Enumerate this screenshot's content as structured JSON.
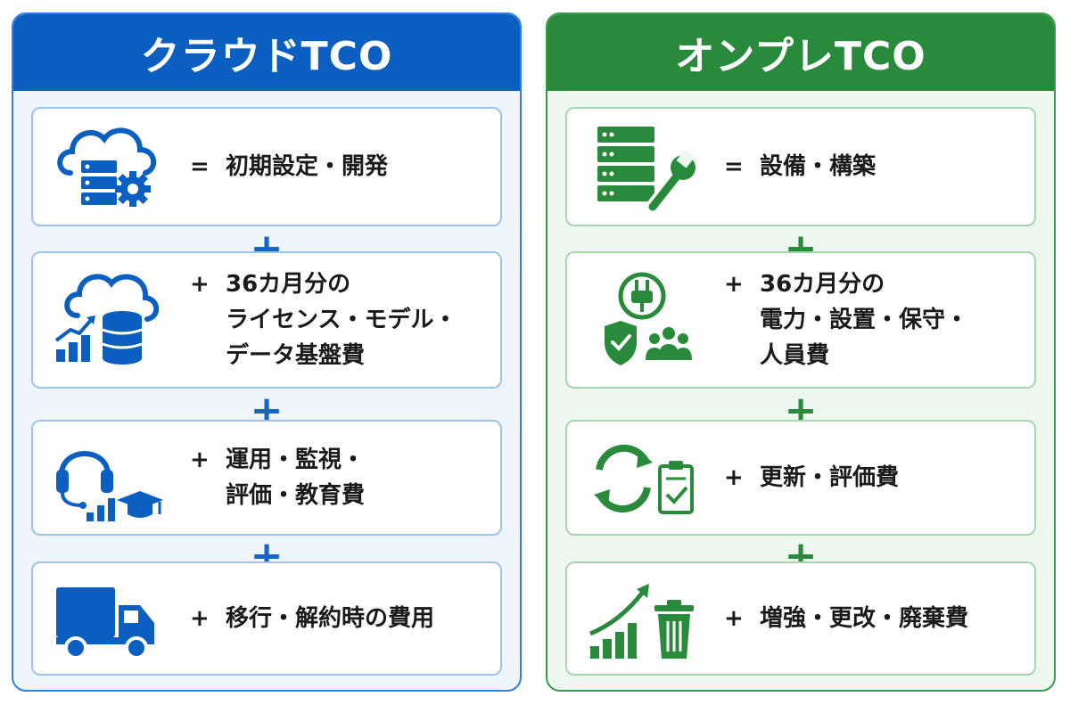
{
  "colors": {
    "cloud_accent": "#0a5fc0",
    "onprem_accent": "#2a8a3c"
  },
  "cloud": {
    "title": "クラウドTCO",
    "connector": "+",
    "items": [
      {
        "icon": "cloud-server-gear-icon",
        "op": "=",
        "lines": [
          "初期設定・開発"
        ]
      },
      {
        "icon": "cloud-chart-database-icon",
        "op": "+",
        "lines": [
          "36カ月分の",
          "ライセンス・モデル・",
          "データ基盤費"
        ]
      },
      {
        "icon": "headset-chart-graduation-icon",
        "op": "+",
        "lines": [
          "運用・監視・",
          "評価・教育費"
        ]
      },
      {
        "icon": "truck-icon",
        "op": "+",
        "lines": [
          "移行・解約時の費用"
        ]
      }
    ]
  },
  "onprem": {
    "title": "オンプレTCO",
    "connector": "+",
    "items": [
      {
        "icon": "server-wrench-icon",
        "op": "=",
        "lines": [
          "設備・構築"
        ]
      },
      {
        "icon": "plug-shield-people-icon",
        "op": "+",
        "lines": [
          "36カ月分の",
          "電力・設置・保守・",
          "人員費"
        ]
      },
      {
        "icon": "refresh-clipboard-icon",
        "op": "+",
        "lines": [
          "更新・評価費"
        ]
      },
      {
        "icon": "growth-chart-trash-icon",
        "op": "+",
        "lines": [
          "増強・更改・廃棄費"
        ]
      }
    ]
  }
}
